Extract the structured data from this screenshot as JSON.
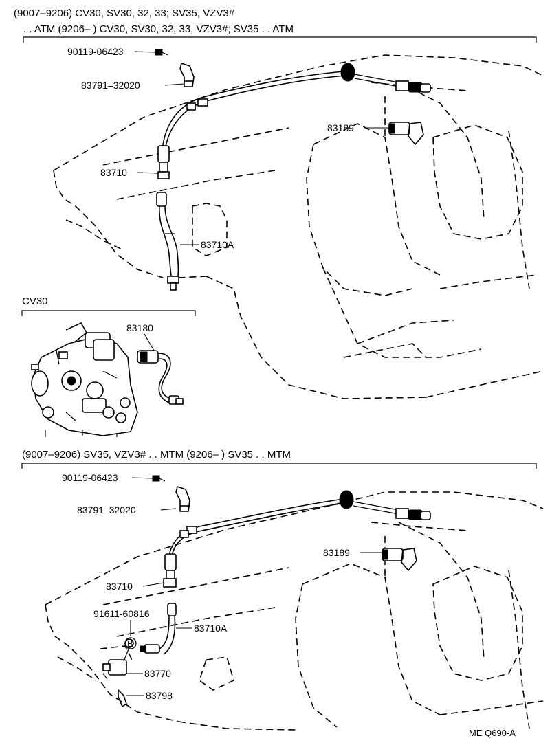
{
  "section_top": {
    "header_line1": "(9007–9206) CV30, SV30, 32, 33; SV35, VZV3#",
    "header_line2": ". . ATM (9206–          ) CV30, SV30, 32, 33, VZV3#; SV35 . . ATM",
    "labels": {
      "p1": "90119-06423",
      "p2": "83791–32020",
      "p3": "83189",
      "p4": "83710",
      "p5": "83710A"
    }
  },
  "section_cv30": {
    "title": "CV30",
    "labels": {
      "p1": "83180"
    }
  },
  "section_bottom": {
    "header": "(9007–9206) SV35, VZV3# . . MTM (9206–          ) SV35 . . MTM",
    "labels": {
      "p1": "90119-06423",
      "p2": "83791–32020",
      "p3": "83189",
      "p4": "83710",
      "p5": "91611-60816",
      "p6": "83710A",
      "p7": "83770",
      "p8": "83798",
      "marker": "B"
    }
  },
  "figure_code": "ME Q690-A"
}
